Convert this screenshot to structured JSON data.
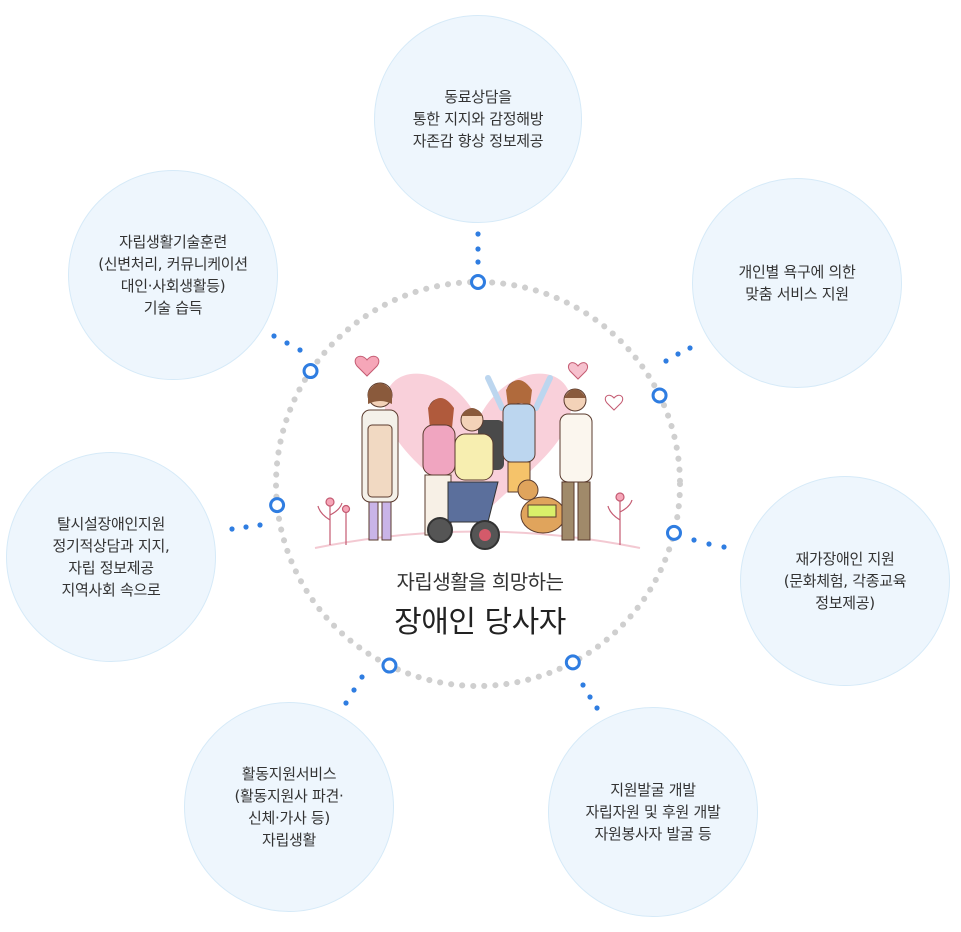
{
  "center": {
    "subtitle": "자립생활을 희망하는",
    "title": "장애인 당사자"
  },
  "nodes": [
    {
      "id": "peer-counseling",
      "text": "동료상담을\n통한 지지와 감정해방\n자존감 향상 정보제공"
    },
    {
      "id": "customized-service",
      "text": "개인별 욕구에 의한\n맞춤 서비스 지원"
    },
    {
      "id": "home-disabled-support",
      "text": "재가장애인 지원\n(문화체험, 각종교육\n정보제공)"
    },
    {
      "id": "resource-development",
      "text": "지원발굴 개발\n자립자원 및 후원 개발\n자원봉사자 발굴 등"
    },
    {
      "id": "activity-support",
      "text": "활동지원서비스\n(활동지원사 파견·\n신체·가사 등)\n자립생활"
    },
    {
      "id": "deinstitutionalization",
      "text": "탈시설장애인지원\n정기적상담과 지지,\n자립 정보제공\n지역사회 속으로"
    },
    {
      "id": "skills-training",
      "text": "자립생활기술훈련\n(신변처리, 커뮤니케이션\n대인·사회생활등)\n기술 습득"
    }
  ],
  "colors": {
    "node_fill": "#eef6fd",
    "node_border": "#d6eaf8",
    "connector": "#2f7de1",
    "ring_dots": "#cfcfcf",
    "heart": "#f8c8d4"
  }
}
